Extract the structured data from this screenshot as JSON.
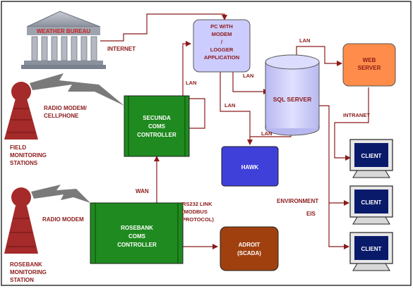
{
  "title": "",
  "nodes": {
    "weather_bureau": "WEATHER BUREAU",
    "pc_logger": [
      "PC WITH",
      "MODEM",
      "/",
      "LOGGER",
      "APPLICATION"
    ],
    "web_server": [
      "WEB",
      "SERVER"
    ],
    "sql_server": "SQL SERVER",
    "secunda": [
      "SECUNDA",
      "COMS",
      "CONTROLLER"
    ],
    "rosebank": [
      "ROSEBANK",
      "COMS",
      "CONTROLLER"
    ],
    "hawk": "HAWK",
    "adroit": [
      "ADROIT",
      "(SCADA)"
    ],
    "client_label": "CLIENT"
  },
  "labels": {
    "internet": "INTERNET",
    "lan": "LAN",
    "intranet": "INTRANET",
    "radio_modem_cell": [
      "RADIO MODEM/",
      "CELLPHONE"
    ],
    "radio_modem": "RADIO MODEM",
    "wan": "WAN",
    "rs232": [
      "RS232 LINK",
      "(MODBUS",
      "PROTOCOL)"
    ],
    "environment": "ENVIRONMENT",
    "eis": "EIS",
    "field_stations": [
      "FIELD",
      "MONITORING",
      "STATIONS"
    ],
    "rosebank_stations": [
      "ROSEBANK",
      "MONITORING",
      "STATION"
    ]
  },
  "colors": {
    "line": "#8b1a1a",
    "label": "#8b1a1a",
    "pc_fill": "#ccccff",
    "sql_fill": "#ccccff",
    "web_fill": "#ff8c4a",
    "controller_fill": "#1f8a1f",
    "hawk_fill": "#3f3fd9",
    "adroit_fill": "#a0400f",
    "tower": "#a52a2a"
  }
}
